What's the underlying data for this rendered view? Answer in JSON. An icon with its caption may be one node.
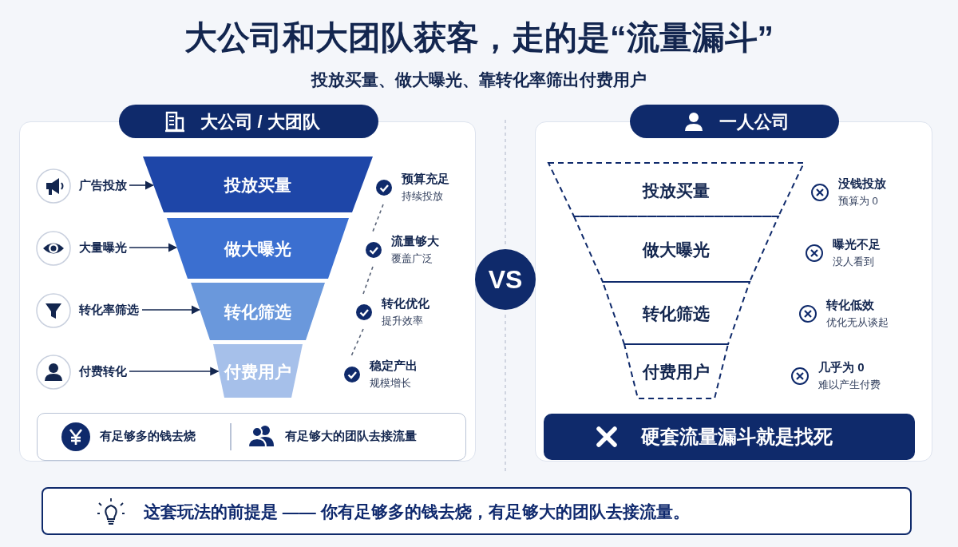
{
  "diagram": {
    "title": "大公司和大团队获客，走的是“流量漏斗”",
    "nodes": [
      {
        "text": [
          "大公司 / 大团队"
        ]
      },
      {
        "text": [
          "投放买量"
        ],
        "in": 0
      },
      {
        "text": [
          "做大曝光"
        ],
        "in": 0
      },
      {
        "text": [
          "转化筛选"
        ],
        "in": 0
      },
      {
        "text": [
          "付费用户"
        ],
        "in": 0
      },
      {
        "text": [
          "广告投放"
        ],
        "in": 0
      },
      {
        "text": [
          "大量曝光"
        ],
        "in": 0
      },
      {
        "text": [
          "转化率筛选"
        ],
        "in": 0
      },
      {
        "text": [
          "付费转化"
        ],
        "in": 0
      },
      {
        "text": [
          "预算充足",
          "持续投放"
        ],
        "in": 0
      },
      {
        "text": [
          "流量够大",
          "覆盖广泛"
        ],
        "in": 0
      },
      {
        "text": [
          "转化优化",
          "提升效率"
        ],
        "in": 0
      },
      {
        "text": [
          "稳定产出",
          "规模增长"
        ],
        "in": 0
      },
      {
        "text": [
          "有足够多的钱去烧",
          "有足够大的团队去接流量"
        ],
        "in": 0
      },
      {
        "text": [
          "VS"
        ]
      },
      {
        "text": [
          "一人公司"
        ]
      },
      {
        "text": [
          "投放买量"
        ],
        "in": 15
      },
      {
        "text": [
          "做大曝光"
        ],
        "in": 15
      },
      {
        "text": [
          "转化筛选"
        ],
        "in": 15
      },
      {
        "text": [
          "付费用户"
        ],
        "in": 15
      },
      {
        "text": [
          "没钱投放",
          "预算为 0"
        ],
        "in": 15
      },
      {
        "text": [
          "曝光不足",
          "没人看到"
        ],
        "in": 15
      },
      {
        "text": [
          "转化低效",
          "优化无从谈起"
        ],
        "in": 15
      },
      {
        "text": [
          "几乎为 0",
          "难以产生付费"
        ],
        "in": 15
      },
      {
        "text": [
          "硬套流量漏斗就是找死"
        ],
        "in": 15
      },
      {
        "text": [
          "这套玩法的前提是 —— 你有足够多的钱去烧，有足够大的团队去接流量。"
        ]
      }
    ],
    "edges": [
      {
        "from": 5,
        "to": 1,
        "arrow": "to"
      },
      {
        "from": 6,
        "to": 2,
        "arrow": "to"
      },
      {
        "from": 7,
        "to": 3,
        "arrow": "to"
      },
      {
        "from": 8,
        "to": 4,
        "arrow": "to"
      },
      {
        "from": 9,
        "to": 10,
        "arrow": "none",
        "style": "dashed",
        "color": "#5a6478"
      },
      {
        "from": 10,
        "to": 11,
        "arrow": "none",
        "style": "dashed",
        "color": "#5a6478"
      },
      {
        "from": 11,
        "to": 12,
        "arrow": "none",
        "style": "dashed",
        "color": "#5a6478"
      }
    ],
    "labels": [
      "投放买量、做大曝光、靠转化率筛出付费用户"
    ]
  }
}
